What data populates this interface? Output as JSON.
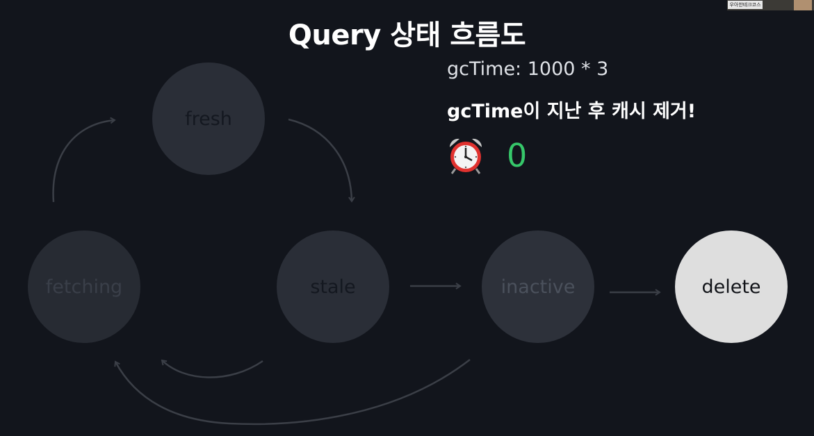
{
  "slide": {
    "title": "Query 상태 흐름도",
    "gc_time_label": "gcTime: 1000 * 3",
    "gc_description": "gcTime이 지난 후 캐시 제거!",
    "timer_icon": "alarm-clock-icon",
    "timer_value": "0"
  },
  "diagram": {
    "nodes": [
      {
        "id": "fresh",
        "label": "fresh"
      },
      {
        "id": "fetching",
        "label": "fetching"
      },
      {
        "id": "stale",
        "label": "stale"
      },
      {
        "id": "inactive",
        "label": "inactive"
      },
      {
        "id": "delete",
        "label": "delete"
      }
    ],
    "edges": [
      {
        "from": "fresh",
        "to": "stale"
      },
      {
        "from": "fetching",
        "to": "fresh"
      },
      {
        "from": "stale",
        "to": "inactive"
      },
      {
        "from": "inactive",
        "to": "delete"
      },
      {
        "from": "stale",
        "to": "fetching"
      },
      {
        "from": "inactive",
        "to": "fetching"
      }
    ]
  },
  "webcam": {
    "label": "우아한테크코스"
  },
  "colors": {
    "background": "#12151c",
    "node": "#2a2e37",
    "delete_node": "#dedede",
    "counter": "#36c76a",
    "arrow": "#3b3f47"
  }
}
